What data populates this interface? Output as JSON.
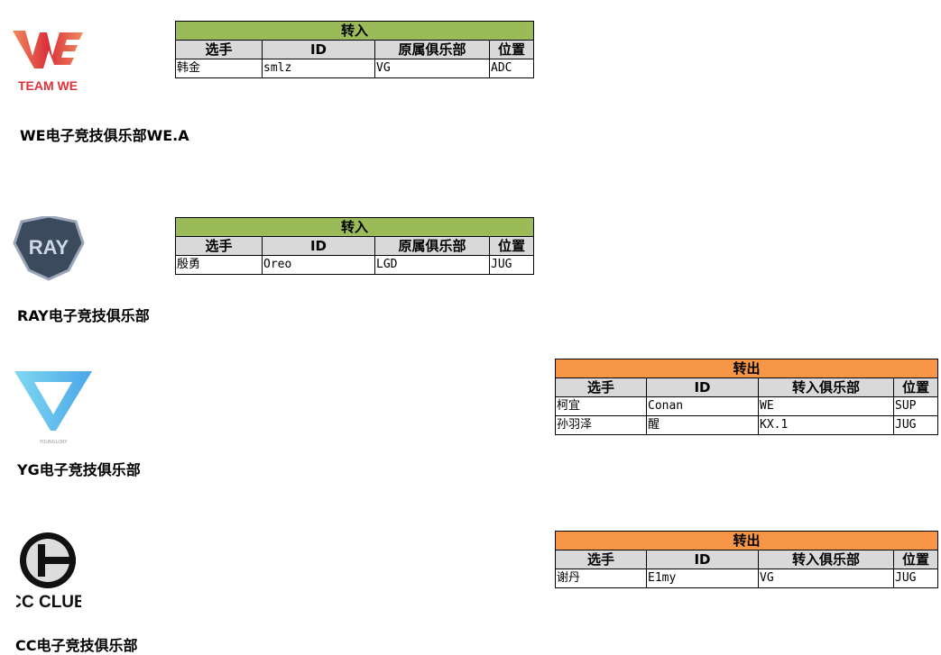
{
  "colors": {
    "in": "#9bbb59",
    "out": "#f79646",
    "header": "#d9d9d9"
  },
  "teams": [
    {
      "logo_text": "TEAM WE",
      "name": "WE电子竞技俱乐部WE.A",
      "table": {
        "type": "in",
        "title": "转入",
        "headers": [
          "选手",
          "ID",
          "原属俱乐部",
          "位置"
        ],
        "rows": [
          [
            "韩金",
            "smlz",
            "VG",
            "ADC"
          ]
        ]
      }
    },
    {
      "logo_text": "RAY",
      "name": "RAY电子竞技俱乐部",
      "table": {
        "type": "in",
        "title": "转入",
        "headers": [
          "选手",
          "ID",
          "原属俱乐部",
          "位置"
        ],
        "rows": [
          [
            "殷勇",
            "Oreo",
            "LGD",
            "JUG"
          ]
        ]
      }
    },
    {
      "logo_text": "YOUNGLORY",
      "name": "YG电子竞技俱乐部",
      "table": {
        "type": "out",
        "title": "转出",
        "headers": [
          "选手",
          "ID",
          "转入俱乐部",
          "位置"
        ],
        "rows": [
          [
            "柯宜",
            "Conan",
            "WE",
            "SUP"
          ],
          [
            "孙羽泽",
            "醒",
            "KX.1",
            "JUG"
          ]
        ]
      }
    },
    {
      "logo_text": "CC CLUB",
      "name": "CC电子竞技俱乐部",
      "table": {
        "type": "out",
        "title": "转出",
        "headers": [
          "选手",
          "ID",
          "转入俱乐部",
          "位置"
        ],
        "rows": [
          [
            "谢丹",
            "E1my",
            "VG",
            "JUG"
          ]
        ]
      }
    }
  ]
}
